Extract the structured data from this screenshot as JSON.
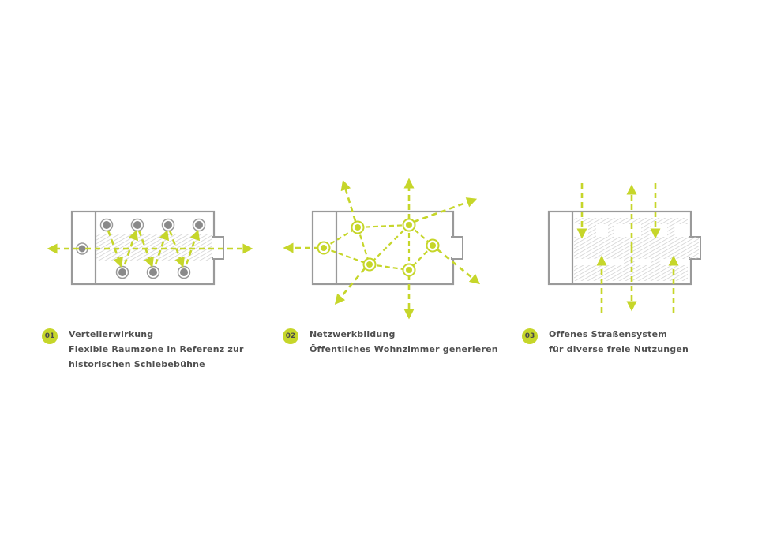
{
  "colors": {
    "accent": "#c6d62a",
    "outline": "#9a9a9a",
    "hatch": "#cfcfcf",
    "text": "#4f4f4f"
  },
  "captions": [
    {
      "number": "01",
      "title": "Verteilerwirkung",
      "lines": [
        "Flexible Raumzone in Referenz zur",
        "historischen Schiebebühne"
      ]
    },
    {
      "number": "02",
      "title": "Netzwerkbildung",
      "lines": [
        "Öffentliches Wohnzimmer generieren"
      ]
    },
    {
      "number": "03",
      "title": "Offenes Straßensystem",
      "lines": [
        "für diverse freie Nutzungen"
      ]
    }
  ]
}
